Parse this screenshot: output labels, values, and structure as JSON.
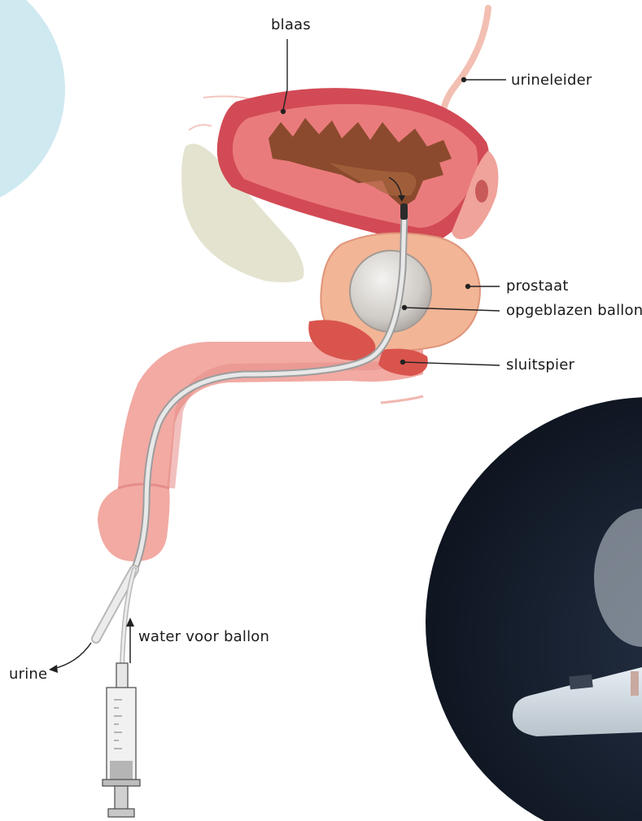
{
  "labels": {
    "bladder": "blaas",
    "ureter": "urineleider",
    "prostate": "prostaat",
    "balloon": "opgeblazen ballon",
    "sphincter": "sluitspier",
    "water": "water voor ballon",
    "urine": "urine"
  },
  "colors": {
    "background": "#ffffff",
    "corner_circle": "#cfe9f1",
    "bladder_wall": "#d24a55",
    "bladder_inner": "#8b4a2d",
    "prostate": "#f2b596",
    "sphincter": "#d9544d",
    "penis": "#f0a6a0",
    "bone": "#e4e3cf",
    "catheter": "#dcdcdc",
    "photo_bg": "#0f1623"
  }
}
